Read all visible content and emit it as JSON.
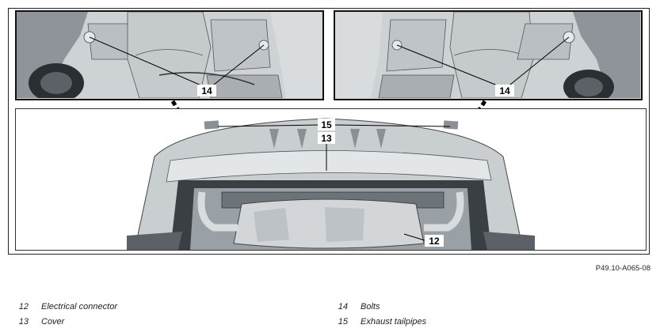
{
  "callouts": {
    "left_detail": "14",
    "right_detail": "14",
    "exhaust": "15",
    "cover": "13",
    "connector": "12"
  },
  "figure_id": "P49.10-A065-08",
  "legend": [
    {
      "num": "12",
      "text": "Electrical connector"
    },
    {
      "num": "13",
      "text": "Cover"
    },
    {
      "num": "14",
      "text": "Bolts"
    },
    {
      "num": "15",
      "text": "Exhaust tailpipes"
    }
  ]
}
